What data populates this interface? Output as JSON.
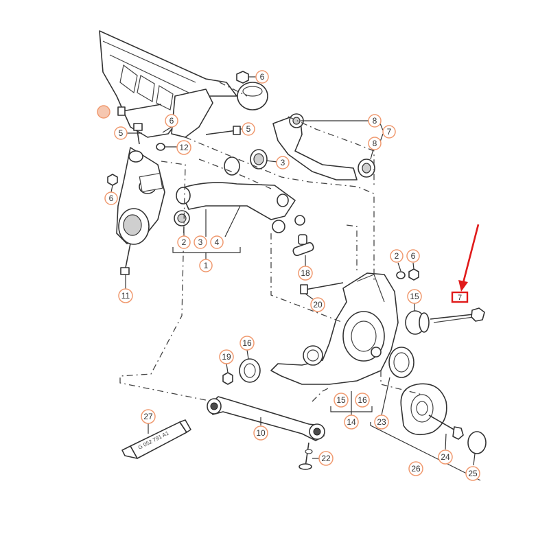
{
  "callouts": [
    {
      "id": "c6a",
      "label": "6"
    },
    {
      "id": "c5a",
      "label": "5"
    },
    {
      "id": "c6b",
      "label": "6"
    },
    {
      "id": "c12",
      "label": "12"
    },
    {
      "id": "c5b",
      "label": "5"
    },
    {
      "id": "c8a",
      "label": "8"
    },
    {
      "id": "c7",
      "label": "7"
    },
    {
      "id": "c8b",
      "label": "8"
    },
    {
      "id": "c3",
      "label": "3"
    },
    {
      "id": "c6c",
      "label": "6"
    },
    {
      "id": "c2a",
      "label": "2"
    },
    {
      "id": "c3a",
      "label": "3"
    },
    {
      "id": "c4a",
      "label": "4"
    },
    {
      "id": "c1",
      "label": "1"
    },
    {
      "id": "c11",
      "label": "11"
    },
    {
      "id": "c18",
      "label": "18"
    },
    {
      "id": "c20",
      "label": "20"
    },
    {
      "id": "c2b",
      "label": "2"
    },
    {
      "id": "c6d",
      "label": "6"
    },
    {
      "id": "c15",
      "label": "15"
    },
    {
      "id": "c16",
      "label": "16"
    },
    {
      "id": "c19",
      "label": "19"
    },
    {
      "id": "c15b",
      "label": "15"
    },
    {
      "id": "c16b",
      "label": "16"
    },
    {
      "id": "c14",
      "label": "14"
    },
    {
      "id": "c23",
      "label": "23"
    },
    {
      "id": "c27",
      "label": "27"
    },
    {
      "id": "c10",
      "label": "10"
    },
    {
      "id": "c22",
      "label": "22"
    },
    {
      "id": "c24",
      "label": "24"
    },
    {
      "id": "c26",
      "label": "26"
    },
    {
      "id": "c25",
      "label": "25"
    }
  ],
  "highlight": {
    "label": "7",
    "color": "#e01a1a"
  },
  "sealant_tube_text": "G 052 791 A1",
  "colors": {
    "callout_ring": "#f09a70",
    "line": "#333333"
  }
}
